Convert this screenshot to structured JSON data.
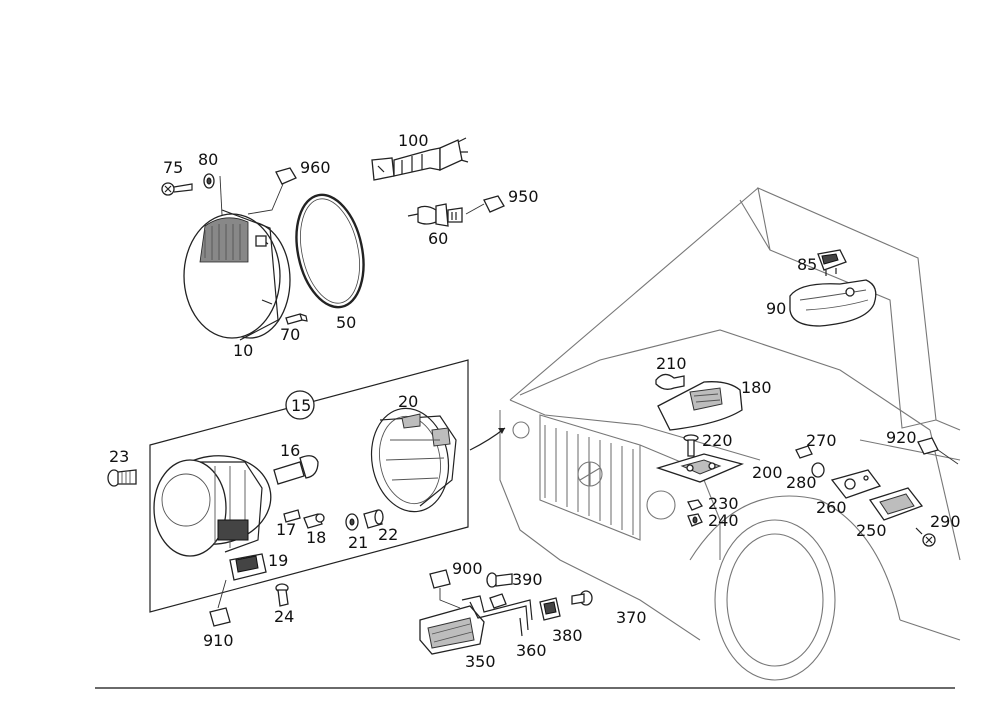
{
  "diagram": {
    "callouts": [
      {
        "id": "c75",
        "text": "75"
      },
      {
        "id": "c80",
        "text": "80"
      },
      {
        "id": "c960",
        "text": "960"
      },
      {
        "id": "c100",
        "text": "100"
      },
      {
        "id": "c950",
        "text": "950"
      },
      {
        "id": "c60",
        "text": "60"
      },
      {
        "id": "c50",
        "text": "50"
      },
      {
        "id": "c70",
        "text": "70"
      },
      {
        "id": "c10",
        "text": "10"
      },
      {
        "id": "c85",
        "text": "85"
      },
      {
        "id": "c90",
        "text": "90"
      },
      {
        "id": "c15",
        "text": "15"
      },
      {
        "id": "c20",
        "text": "20"
      },
      {
        "id": "c16",
        "text": "16"
      },
      {
        "id": "c23",
        "text": "23"
      },
      {
        "id": "c17",
        "text": "17"
      },
      {
        "id": "c18",
        "text": "18"
      },
      {
        "id": "c21",
        "text": "21"
      },
      {
        "id": "c22",
        "text": "22"
      },
      {
        "id": "c19",
        "text": "19"
      },
      {
        "id": "c24",
        "text": "24"
      },
      {
        "id": "c910",
        "text": "910"
      },
      {
        "id": "c210",
        "text": "210"
      },
      {
        "id": "c180",
        "text": "180"
      },
      {
        "id": "c220",
        "text": "220"
      },
      {
        "id": "c200",
        "text": "200"
      },
      {
        "id": "c230",
        "text": "230"
      },
      {
        "id": "c240",
        "text": "240"
      },
      {
        "id": "c270",
        "text": "270"
      },
      {
        "id": "c280",
        "text": "280"
      },
      {
        "id": "c260",
        "text": "260"
      },
      {
        "id": "c250",
        "text": "250"
      },
      {
        "id": "c920",
        "text": "920"
      },
      {
        "id": "c290",
        "text": "290"
      },
      {
        "id": "c900",
        "text": "900"
      },
      {
        "id": "c390",
        "text": "390"
      },
      {
        "id": "c380",
        "text": "380"
      },
      {
        "id": "c370",
        "text": "370"
      },
      {
        "id": "c350",
        "text": "350"
      },
      {
        "id": "c360",
        "text": "360"
      }
    ]
  }
}
